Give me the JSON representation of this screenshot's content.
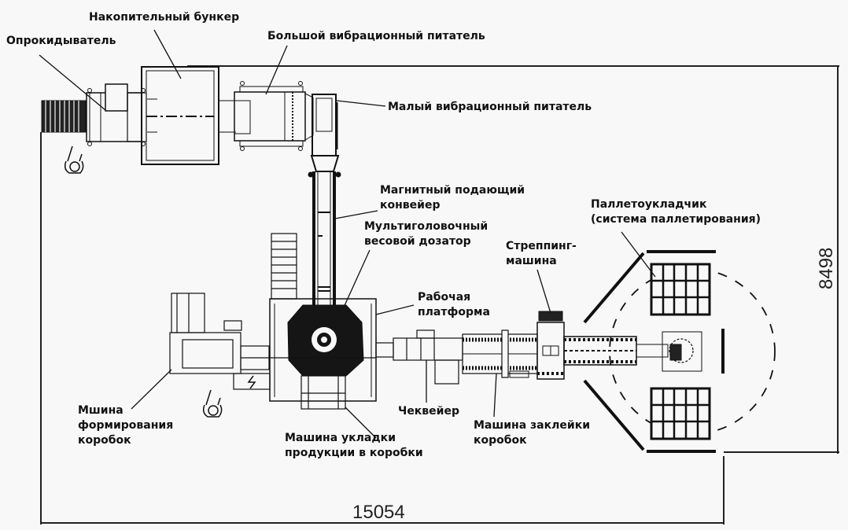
{
  "diagram": {
    "title": "Layout of packaging line",
    "labels": {
      "tipper": "Опрокидыватель",
      "storage_hopper": "Накопительный бункер",
      "large_vibro_feeder": "Большой вибрационный питатель",
      "small_vibro_feeder": "Малый вибрационный питатель",
      "magnetic_conveyor_1": "Магнитный подающий",
      "magnetic_conveyor_2": "конвейер",
      "multihead_weigher_1": "Мультиголовочный",
      "multihead_weigher_2": "весовой дозатор",
      "strapping_1": "Стреппинг-",
      "strapping_2": "машина",
      "palletizer_1": "Паллетоукладчик",
      "palletizer_2": "(система паллетирования)",
      "platform_1": "Рабочая",
      "platform_2": "платформа",
      "box_former_1": "Мшина",
      "box_former_2": "формирования",
      "box_former_3": "коробок",
      "checkweigher": "Чеквейер",
      "case_packer_1": "Машина укладки",
      "case_packer_2": "продукции в коробки",
      "case_sealer_1": "Машина заклейки",
      "case_sealer_2": "коробок"
    },
    "dimensions": {
      "width_mm": "15054",
      "height_mm": "8498"
    }
  }
}
